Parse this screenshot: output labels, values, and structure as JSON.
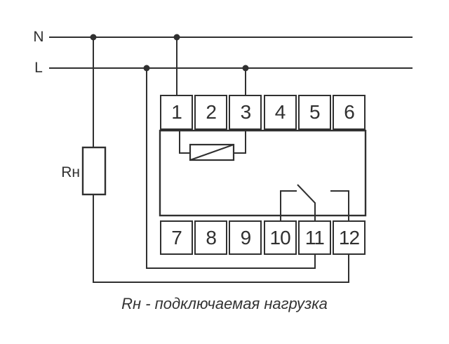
{
  "diagram": {
    "bus_labels": {
      "neutral": "N",
      "line": "L"
    },
    "load_label": "Rн",
    "terminals_top": [
      "1",
      "2",
      "3",
      "4",
      "5",
      "6"
    ],
    "terminals_bottom": [
      "7",
      "8",
      "9",
      "10",
      "11",
      "12"
    ],
    "caption": "Rн - подключаемая нагрузка",
    "colors": {
      "line": "#303030",
      "background": "#ffffff"
    }
  }
}
